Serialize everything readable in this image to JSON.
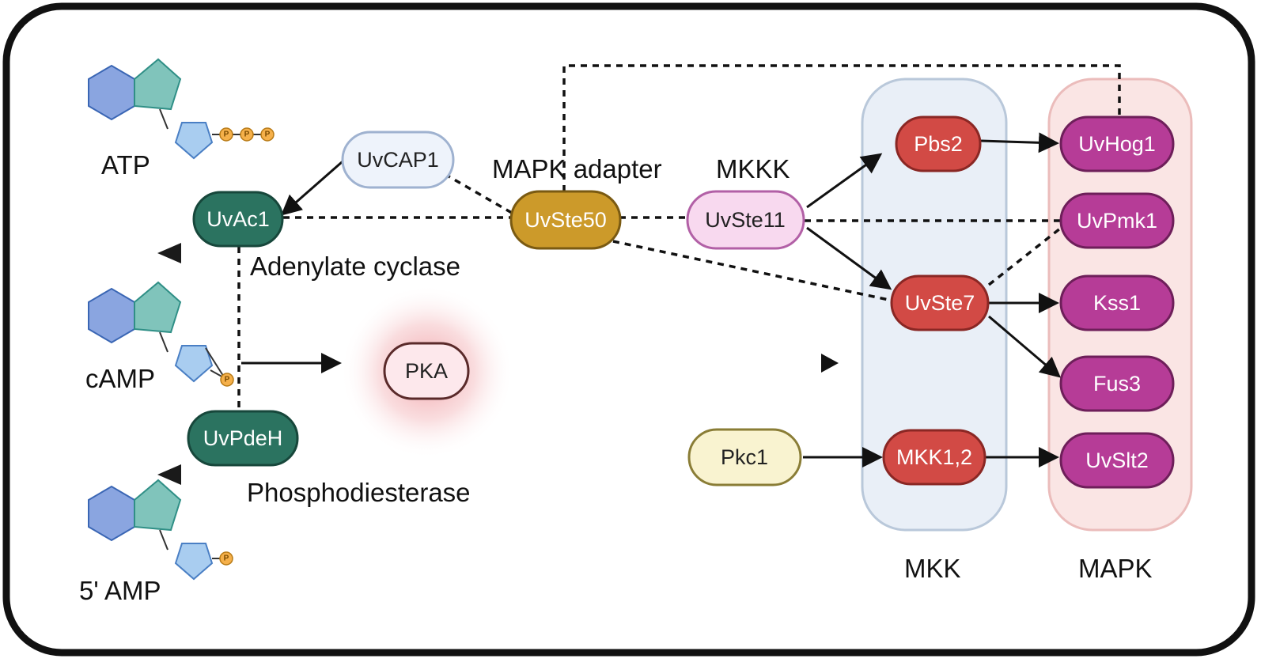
{
  "molecules": {
    "atp": "ATP",
    "camp": "cAMP",
    "amp": "5' AMP",
    "phosphate": "P"
  },
  "labels": {
    "adenylate_cyclase": "Adenylate cyclase",
    "phosphodiesterase": "Phosphodiesterase",
    "mapk_adapter": "MAPK adapter",
    "mkkk": "MKKK",
    "mkk": "MKK",
    "mapk": "MAPK"
  },
  "nodes": {
    "uvcap1": "UvCAP1",
    "uvac1": "UvAc1",
    "uvpdeh": "UvPdeH",
    "pka": "PKA",
    "uvste50": "UvSte50",
    "uvste11": "UvSte11",
    "pkc1": "Pkc1",
    "pbs2": "Pbs2",
    "uvste7": "UvSte7",
    "mkk12": "MKK1,2",
    "uvhog1": "UvHog1",
    "uvpmk1": "UvPmk1",
    "kss1": "Kss1",
    "fus3": "Fus3",
    "uvslt2": "UvSlt2"
  },
  "colors": {
    "frame": "#111111",
    "hexagon": "#8aa5e0",
    "pentagon_teal": "#80c4bb",
    "pentagon_blue": "#a9cdf0",
    "phosphate": "#f5b04a",
    "uvcap1_fill": "#eef3fb",
    "uvcap1_stroke": "#9fb2d0",
    "dark_teal": "#2b7360",
    "gold": "#cc9a2a",
    "light_pink": "#f8d9ef",
    "pale_yellow": "#f9f3d0",
    "red_node": "#d24a45",
    "magenta_node": "#b63c97",
    "mkk_box_fill": "#e9eff7",
    "mkk_box_stroke": "#b9c8da",
    "mapk_box_fill": "#fae5e4",
    "mapk_box_stroke": "#ebbcbb",
    "pka_glow": "#ee9097"
  }
}
